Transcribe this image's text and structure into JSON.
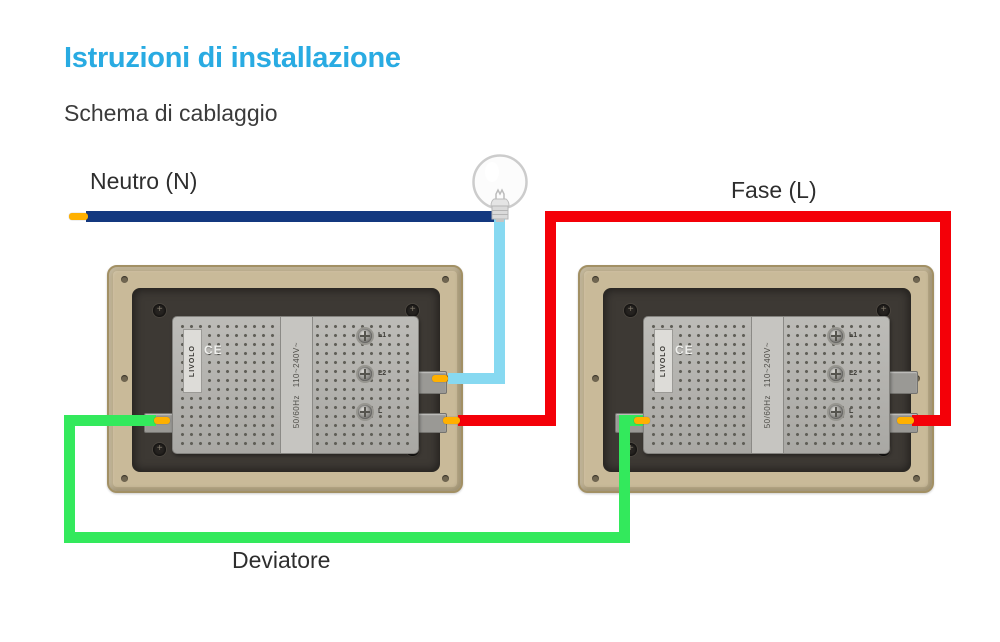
{
  "page": {
    "title": "Istruzioni di installazione",
    "subtitle": "Schema di cablaggio"
  },
  "labels": {
    "neutral": "Neutro (N)",
    "phase": "Fase (L)",
    "two_way": "Deviatore"
  },
  "module": {
    "brand": "LIVOLO",
    "ce_mark": "CE",
    "spec_line1": "110~240V~",
    "spec_line2": "50/60Hz",
    "terminals": [
      "L1",
      "L2",
      "L"
    ]
  },
  "icons": {
    "lamp": "light-bulb"
  },
  "colors": {
    "title_accent": "#29abe2",
    "text": "#2e2e2e",
    "neutral_wire": "#13387f",
    "phase_wire": "#f40008",
    "switch_wire": "#33e95c",
    "lamp_wire": "#87d9f1",
    "wire_tip": "#ffb000",
    "frame": "#c9ba99",
    "frame_border": "#a29064",
    "panel": "#3d3934",
    "mechanism": "#bdbcb8",
    "mech_strip": "#c6c5c1"
  }
}
